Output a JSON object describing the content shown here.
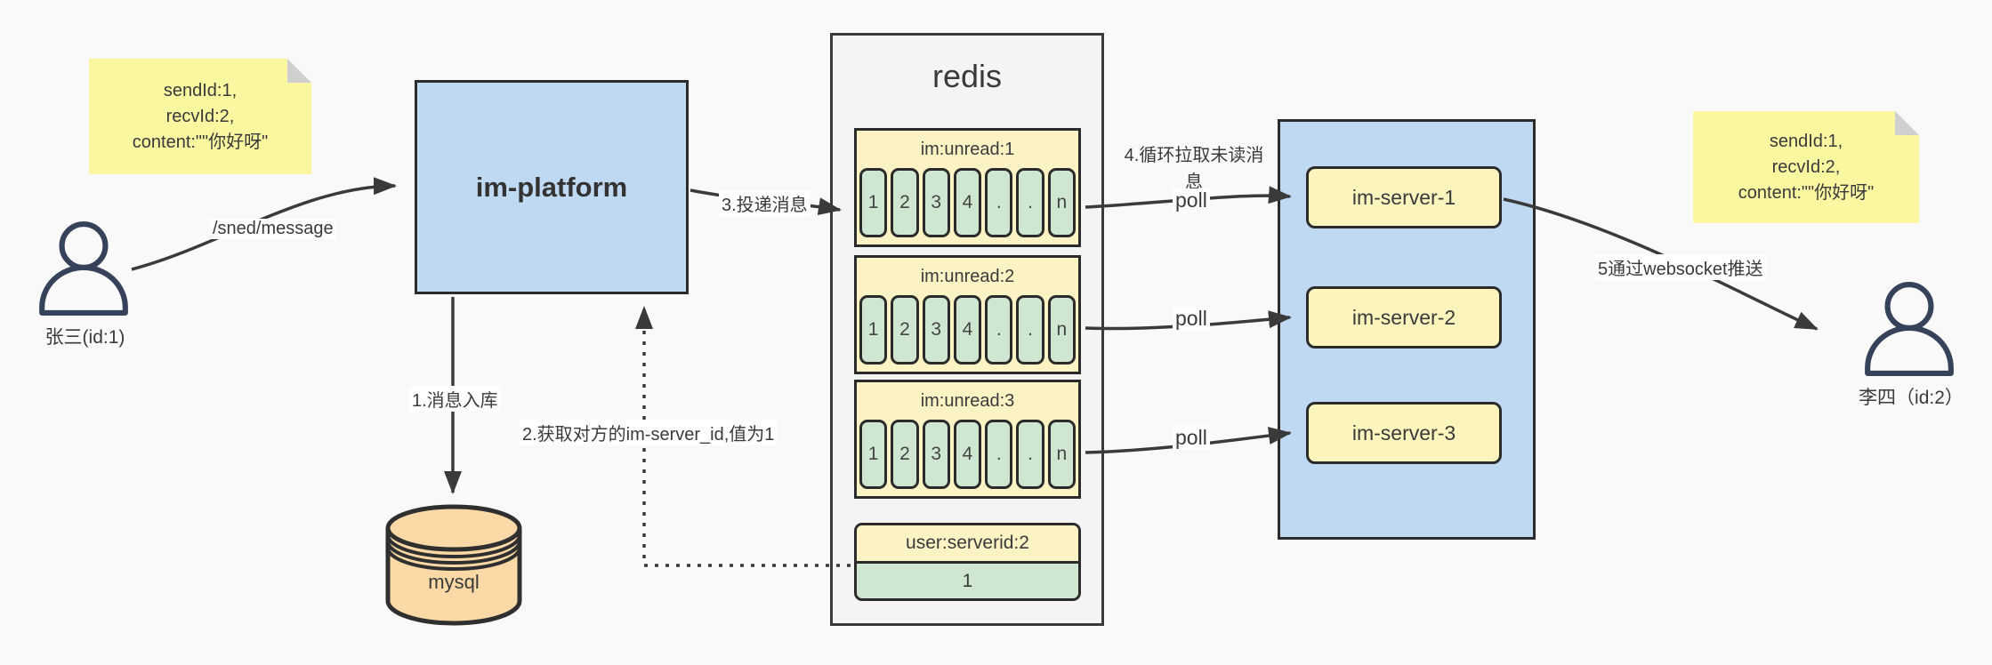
{
  "notes": {
    "left": {
      "lines": [
        "sendId:1,",
        "recvId:2,",
        "content:\"\"你好呀\""
      ]
    },
    "right": {
      "lines": [
        "sendId:1,",
        "recvId:2,",
        "content:\"\"你好呀\""
      ]
    }
  },
  "actors": {
    "sender": "张三(id:1)",
    "receiver": "李四（id:2）"
  },
  "platform": "im-platform",
  "mysql": "mysql",
  "redis": {
    "title": "redis",
    "queues": [
      {
        "header": "im:unread:1",
        "cells": [
          "1",
          "2",
          "3",
          "4",
          ".",
          ".",
          "n"
        ]
      },
      {
        "header": "im:unread:2",
        "cells": [
          "1",
          "2",
          "3",
          "4",
          ".",
          ".",
          "n"
        ]
      },
      {
        "header": "im:unread:3",
        "cells": [
          "1",
          "2",
          "3",
          "4",
          ".",
          ".",
          "n"
        ]
      }
    ],
    "kv": {
      "key": "user:serverid:2",
      "value": "1"
    }
  },
  "servers": [
    "im-server-1",
    "im-server-2",
    "im-server-3"
  ],
  "labels": {
    "send": "/sned/message",
    "store": "1.消息入库",
    "lookup": "2.获取对方的im-server_id,值为1",
    "deliver": "3.投递消息",
    "pull": "4.循环拉取未读消息",
    "poll": "poll",
    "push": "5通过websocket推送"
  },
  "colors": {
    "background": "#F9F9F9",
    "note_yellow": "#FBF7A1",
    "box_blue": "#BFD9F2",
    "pale_yellow": "#FBF3C4",
    "cell_green": "#CFE7D1",
    "mysql_orange": "#FAD9A6",
    "line": "#3A3A3A"
  }
}
